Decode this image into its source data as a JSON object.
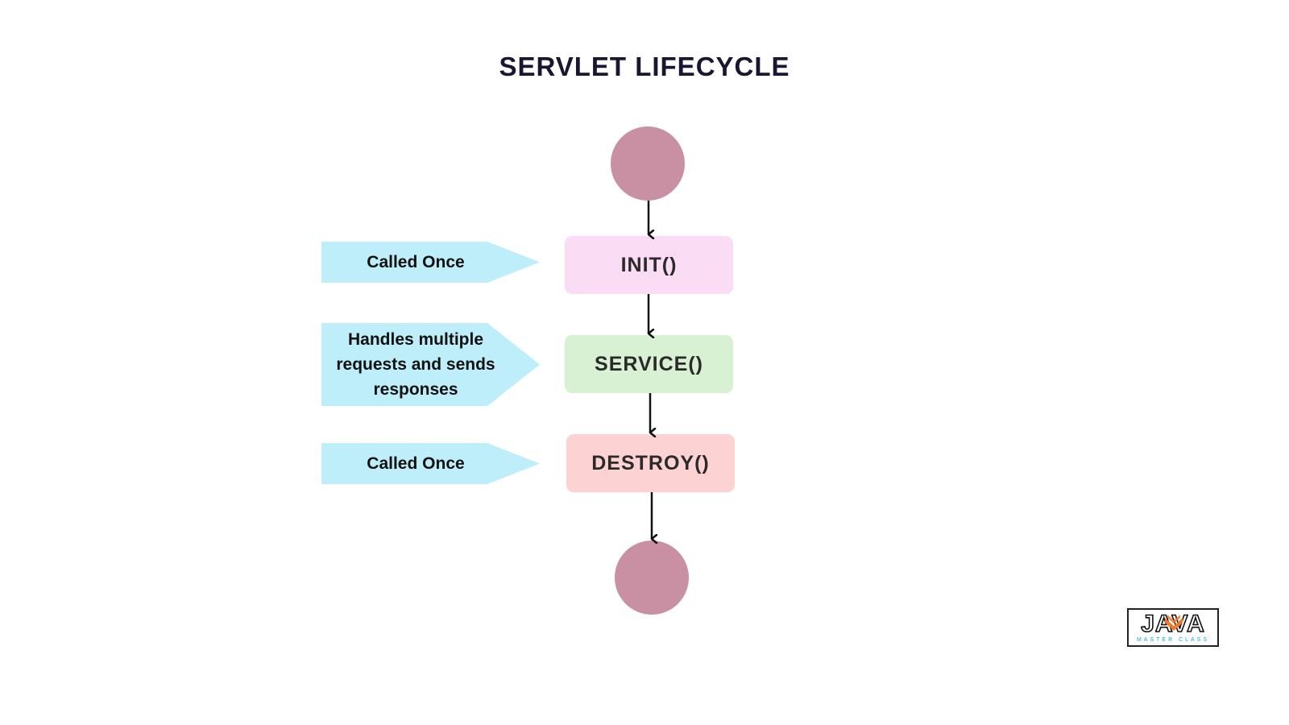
{
  "diagram": {
    "title": "SERVLET LIFECYCLE",
    "nodes": {
      "start": {
        "color": "#c890a2"
      },
      "init": {
        "label": "INIT()",
        "color": "#fbdcf5"
      },
      "service": {
        "label": "SERVICE()",
        "color": "#d8f1d3"
      },
      "destroy": {
        "label": "DESTROY()",
        "color": "#fdd2d2"
      },
      "end": {
        "color": "#c890a2"
      }
    },
    "annotations": [
      {
        "target": "init",
        "text": "Called Once"
      },
      {
        "target": "service",
        "text": "Handles multiple requests and sends responses"
      },
      {
        "target": "destroy",
        "text": "Called Once"
      }
    ],
    "annotation_color": "#bfeefb",
    "edges": [
      {
        "from": "start",
        "to": "init"
      },
      {
        "from": "init",
        "to": "service"
      },
      {
        "from": "service",
        "to": "destroy"
      },
      {
        "from": "destroy",
        "to": "end"
      }
    ]
  },
  "logo": {
    "word": "JAVA",
    "subtitle": "MASTER CLASS",
    "mark_icon": "orange-chevron-icon",
    "accent_color": "#f07a2a",
    "sub_color": "#1aa6d6"
  }
}
